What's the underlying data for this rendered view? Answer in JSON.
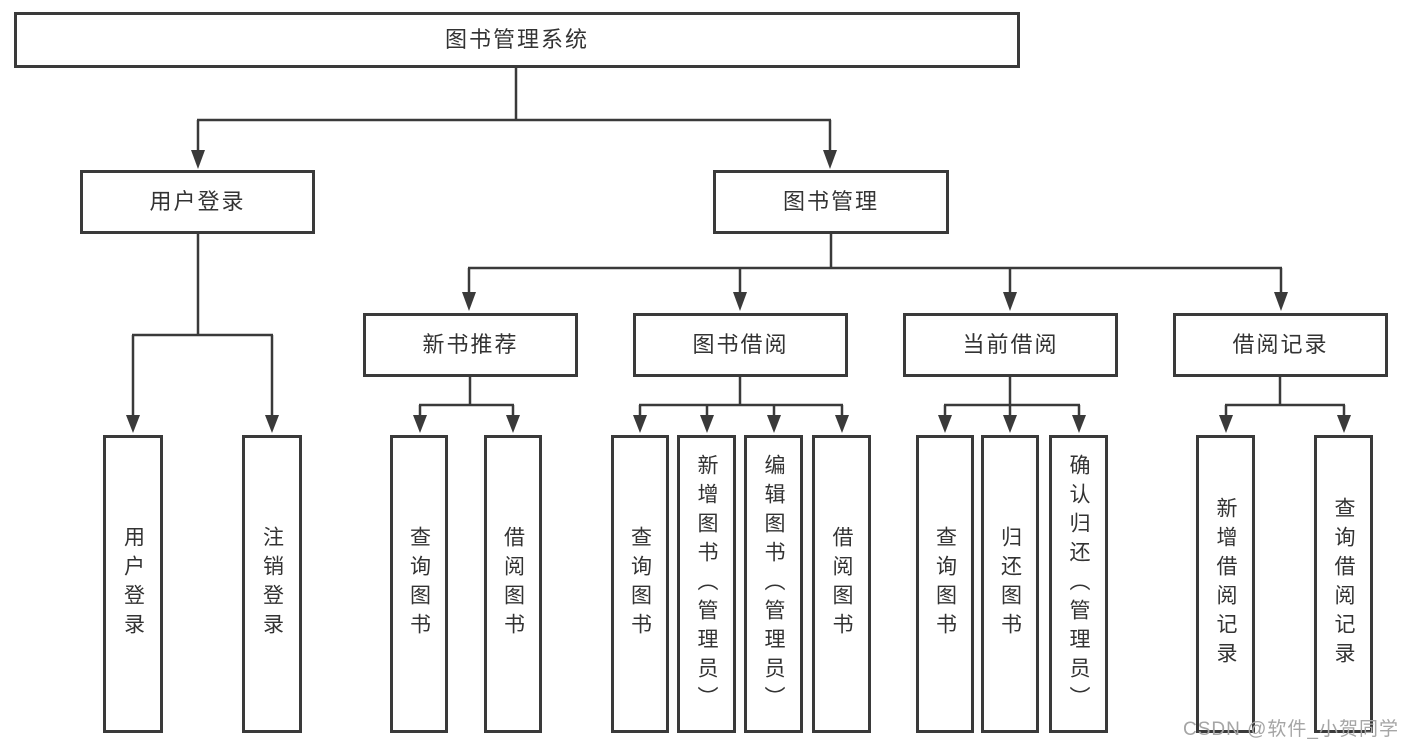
{
  "diagram": {
    "root": {
      "label": "图书管理系统"
    },
    "branches": [
      {
        "label": "用户登录",
        "children": [
          {
            "label": "用户登录"
          },
          {
            "label": "注销登录"
          }
        ]
      },
      {
        "label": "图书管理",
        "children": [
          {
            "label": "新书推荐",
            "children": [
              {
                "label": "查询图书"
              },
              {
                "label": "借阅图书"
              }
            ]
          },
          {
            "label": "图书借阅",
            "children": [
              {
                "label": "查询图书"
              },
              {
                "label": "新增图书（管理员）"
              },
              {
                "label": "编辑图书（管理员）"
              },
              {
                "label": "借阅图书"
              }
            ]
          },
          {
            "label": "当前借阅",
            "children": [
              {
                "label": "查询图书"
              },
              {
                "label": "归还图书"
              },
              {
                "label": "确认归还（管理员）"
              }
            ]
          },
          {
            "label": "借阅记录",
            "children": [
              {
                "label": "新增借阅记录"
              },
              {
                "label": "查询借阅记录"
              }
            ]
          }
        ]
      }
    ]
  },
  "watermark": {
    "text": "CSDN @软件_小贺同学"
  },
  "colors": {
    "line": "#3a3a3a",
    "text": "#333333",
    "background": "#ffffff",
    "watermark": "#a5a5a5"
  }
}
